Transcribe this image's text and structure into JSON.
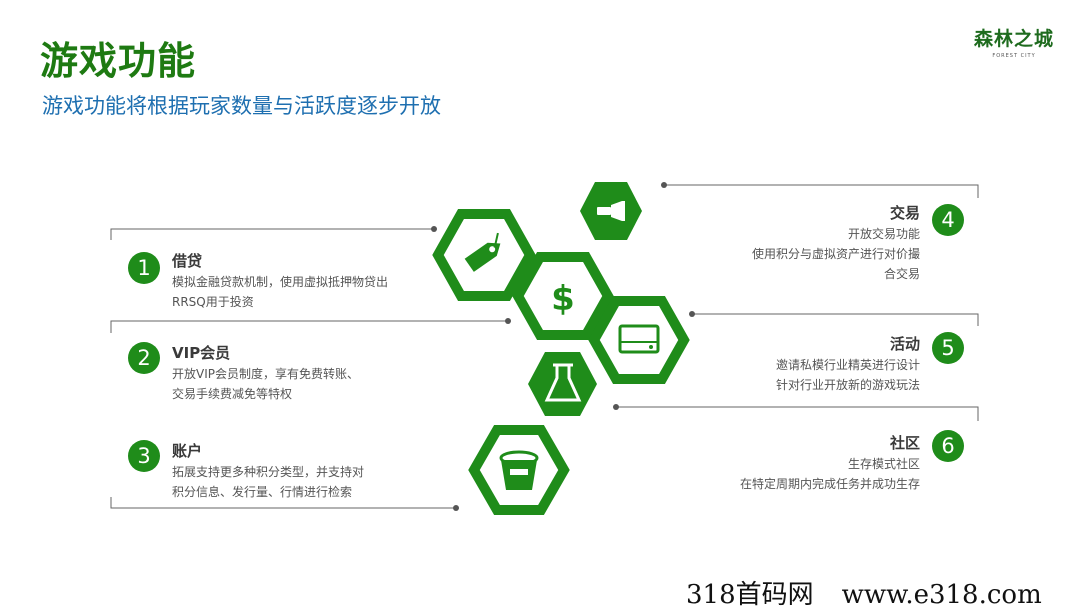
{
  "header": {
    "title": "游戏功能",
    "subtitle": "游戏功能将根据玩家数量与活跃度逐步开放"
  },
  "logo": {
    "brand": "森林之城",
    "sub": "FOREST CITY"
  },
  "features": [
    {
      "num": "1",
      "title": "借贷",
      "desc": [
        "模拟金融贷款机制，使用虚拟抵押物贷出",
        "RRSQ用于投资"
      ]
    },
    {
      "num": "2",
      "title": "VIP会员",
      "desc": [
        "开放VIP会员制度，享有免费转账、",
        "交易手续费减免等特权"
      ]
    },
    {
      "num": "3",
      "title": "账户",
      "desc": [
        "拓展支持更多种积分类型，并支持对",
        "积分信息、发行量、行情进行检索"
      ]
    },
    {
      "num": "4",
      "title": "交易",
      "desc": [
        "开放交易功能",
        "使用积分与虚拟资产进行对价撮",
        "合交易"
      ]
    },
    {
      "num": "5",
      "title": "活动",
      "desc": [
        "邀请私模行业精英进行设计",
        "针对行业开放新的游戏玩法"
      ]
    },
    {
      "num": "6",
      "title": "社区",
      "desc": [
        "生存模式社区",
        "在特定周期内完成任务并成功生存"
      ]
    }
  ],
  "icons": [
    "flashlight-icon",
    "price-tag-icon",
    "dollar-icon",
    "hard-drive-icon",
    "flask-icon",
    "bucket-icon"
  ],
  "colors": {
    "green": "#1f8c1a",
    "title_green": "#1e7a12",
    "subtitle_blue": "#1e6fb0"
  },
  "watermark": {
    "site": "318首码网",
    "url": "www.e318.com"
  }
}
